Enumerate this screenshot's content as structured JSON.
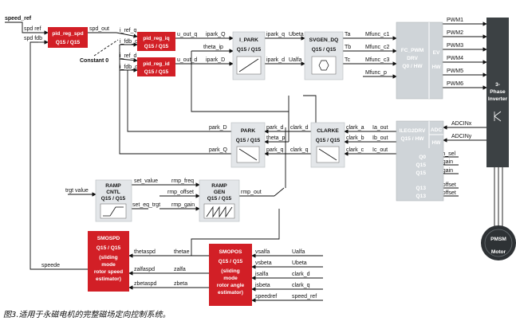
{
  "colors": {
    "red": "#d21f26",
    "grey": "#cfd4d8",
    "greyLight": "#e3e6e9",
    "dark": "#3c4144",
    "wire": "#111111"
  },
  "inputs": {
    "spd_ref_top": "speed_ref",
    "spd_ref": "spd ref",
    "spd_fdb": "spd fdb",
    "spd_out": "spd_out",
    "constant": "Constant 0",
    "trgt_value": "trgt value",
    "speede": "speede"
  },
  "pid_spd": {
    "title": "pid_reg_spd",
    "sub": "Q15 / Q15"
  },
  "pid_iq": {
    "title": "pid_reg_iq",
    "sub": "Q15 / Q15",
    "in_ref": "i_ref_q",
    "in_fdb": "i_fdb_q",
    "out": "u_out_q"
  },
  "pid_id": {
    "title": "pid_reg_id",
    "sub": "Q15 / Q15",
    "in_ref": "i_ref_d",
    "in_fdb": "i_fdb_d",
    "out": "u_out_d"
  },
  "ipark": {
    "title": "I_PARK",
    "sub": "Q15 / Q15",
    "in_q": "ipark_Q",
    "in_theta": "theta_ip",
    "in_d": "ipark_D",
    "out_q": "ipark_q",
    "out_d": "ipark_d"
  },
  "svgen": {
    "title": "SVGEN_DQ",
    "sub": "Q15 / Q15",
    "in_a": "Ubeta",
    "in_b": "Ualfa",
    "ta": "Ta",
    "tb": "Tb",
    "tc": "Tc"
  },
  "fc_pwm": {
    "title": "FC_PWM",
    "t2": "DRV",
    "sub": "Q0 / HW",
    "ev": "EV",
    "hw": "HW",
    "mfunc": [
      "Mfunc_c1",
      "Mfunc_c2",
      "Mfunc_c3",
      "Mfunc_p"
    ],
    "pwm": [
      "PWM1",
      "PWM2",
      "PWM3",
      "PWM4",
      "PWM5",
      "PWM6"
    ]
  },
  "inverter": {
    "l1": "3-",
    "l2": "Phase",
    "l3": "Inverter"
  },
  "motor": {
    "l1": "PMSM",
    "l2": "Motor"
  },
  "park": {
    "title": "PARK",
    "sub": "Q15 / Q15",
    "out_d": "park_D",
    "out_q": "park_Q",
    "in_d": "park_d",
    "in_theta": "theta_p",
    "in_q": "park_q"
  },
  "clarke": {
    "title": "CLARKE",
    "sub": "Q15 / Q15",
    "out_d": "clark_d",
    "out_q": "clark_q",
    "in_a": "clark_a",
    "in_b": "clark_b",
    "in_c": "clark_c"
  },
  "ileg": {
    "title": "ILEG2DRV",
    "sub": "Q15 / HW",
    "adc": "ADC",
    "hw": "HW",
    "ia": "Ia_out",
    "ib": "Ib_out",
    "ic": "Ic_out",
    "adcinx": "ADCINx",
    "adciny": "ADCINy",
    "q0": "Q0",
    "q15a": "Q15",
    "q15b": "Q15",
    "q13a": "Q13",
    "q13b": "Q13",
    "ich": "I_ch_sel",
    "iag": "Ia_gain",
    "ibg": "Ib_gain",
    "iao": "Ia_offset",
    "ibo": "Ib_offset"
  },
  "ramp_cntl": {
    "t1": "RAMP",
    "t2": "CNTL",
    "sub": "Q15 / Q15",
    "set_value": "set_value",
    "set_eq": "set_eq_trgt"
  },
  "ramp_gen": {
    "t1": "RAMP",
    "t2": "GEN",
    "sub": "Q15 / Q15",
    "rmp_freq": "rmp_freq",
    "rmp_offset": "rmp_offset",
    "rmp_gain": "rmp_gain",
    "rmp_out": "rmp_out"
  },
  "smopos": {
    "title": "SMOPOS",
    "sub": "Q15 / Q15",
    "d1": "(sliding",
    "d2": "mode",
    "d3": "rotor angle",
    "d4": "estimator)",
    "vsalfa": "vsalfa",
    "vsbeta": "vsbeta",
    "isalfa": "isalfa",
    "isbeta": "isbeta",
    "speedref": "speedref",
    "ualfa": "Ualfa",
    "ubeta": "Ubeta",
    "clark_d": "clark_d",
    "clark_q": "clark_q",
    "speed_ref": "speed_ref",
    "thetae": "thetae",
    "zalfa": "zalfa",
    "zbeta": "zbeta"
  },
  "smospd": {
    "title": "SMOSPD",
    "sub": "Q15 / Q15",
    "d1": "(sliding",
    "d2": "mode",
    "d3": "rotor speed",
    "d4": "estimator)",
    "thetaspd": "thetaspd",
    "zalfaspd": "zalfaspd",
    "zbetaspd": "zbetaspd"
  },
  "caption": "图3.适用于永磁电机的完整磁场定向控制系统。"
}
